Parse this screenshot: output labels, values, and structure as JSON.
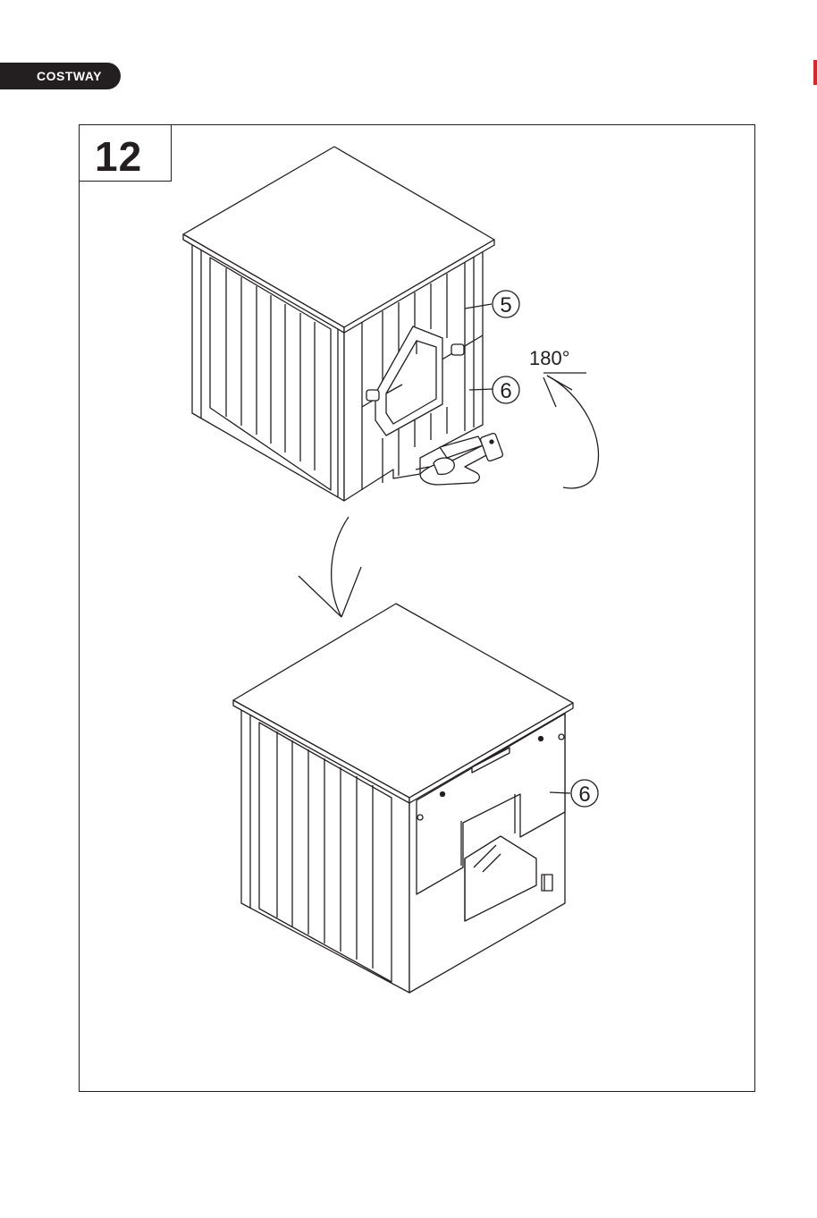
{
  "brand": {
    "name": "COSTWAY",
    "color": "#231f20"
  },
  "accent_mark_color": "#d22b2b",
  "step": {
    "number": "12"
  },
  "callouts": {
    "top_part_5": "5",
    "top_part_6": "6",
    "rotation": "180°",
    "bottom_part_6": "6"
  },
  "icons": [
    "rotation-arrow-icon",
    "curved-down-arrow-icon",
    "hand-icon"
  ]
}
